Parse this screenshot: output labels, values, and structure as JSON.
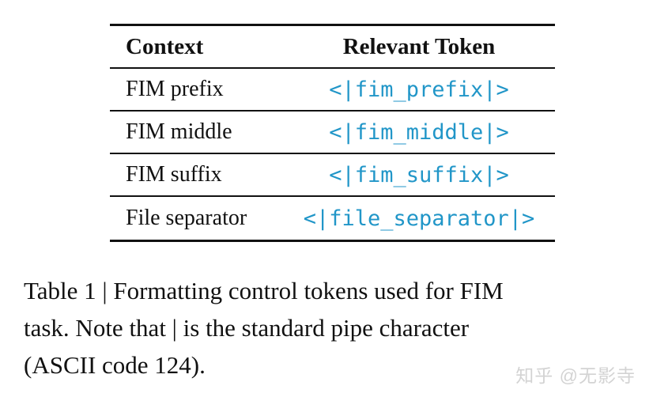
{
  "table": {
    "token_color": "#2196c8",
    "columns": [
      "Context",
      "Relevant Token"
    ],
    "rows": [
      {
        "context": "FIM prefix",
        "token": "<|fim_prefix|>"
      },
      {
        "context": "FIM middle",
        "token": "<|fim_middle|>"
      },
      {
        "context": "FIM suffix",
        "token": "<|fim_suffix|>"
      },
      {
        "context": "File separator",
        "token": "<|file_separator|>"
      }
    ]
  },
  "caption": {
    "full_text": "Table 1 | Formatting control tokens used for FIM task. Note that | is the standard pipe character (ASCII code 124).",
    "lines": [
      "Table 1 | Formatting control tokens used for FIM",
      "task. Note that | is the standard pipe character",
      "(ASCII code 124)."
    ]
  },
  "watermark": "知乎 @无影寺"
}
